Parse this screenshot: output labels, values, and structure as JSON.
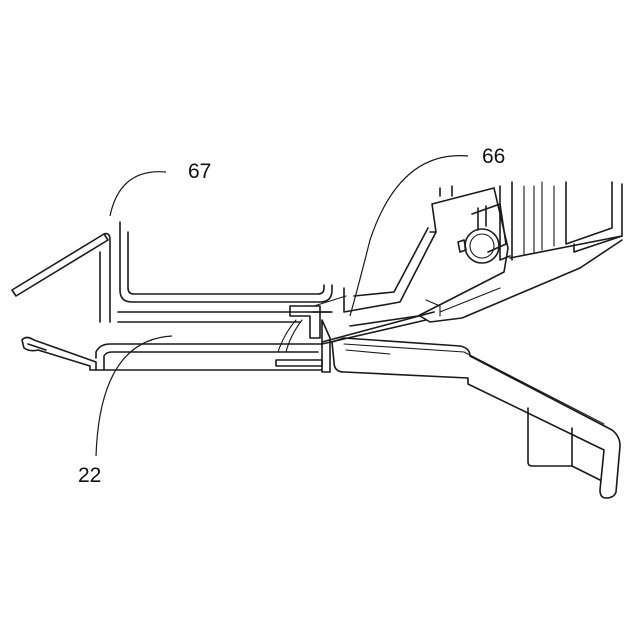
{
  "labels": {
    "label_67": "67",
    "label_66": "66",
    "label_22": "22"
  }
}
